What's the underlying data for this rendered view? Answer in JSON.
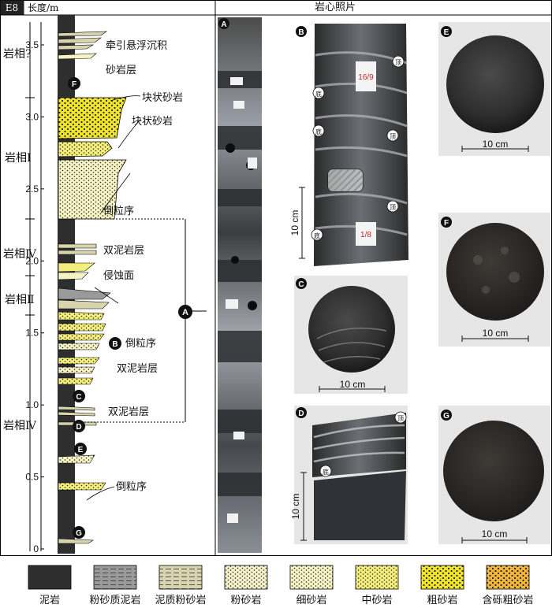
{
  "header": {
    "well_label": "E8",
    "axis_title": "长度/m",
    "photo_title": "岩心照片"
  },
  "depth_axis": {
    "ticks": [
      0,
      0.5,
      1.0,
      1.5,
      2.0,
      2.5,
      3.0,
      3.5
    ],
    "tick_labels": [
      "0",
      "0.5",
      "1.0",
      "1.5",
      "2.0",
      "2.5",
      "3.0",
      "3.5"
    ],
    "range": [
      0,
      3.7
    ]
  },
  "facies": [
    {
      "label": "岩相?"
    },
    {
      "label": "岩相Ⅰ"
    },
    {
      "label": "岩相Ⅳ"
    },
    {
      "label": "岩相Ⅱ"
    },
    {
      "label": "岩相Ⅳ"
    }
  ],
  "annotations": {
    "traction": "牵引悬浮沉积",
    "sand_layer": "砂岩层",
    "massive_1": "块状砂岩",
    "massive_2": "块状砂岩",
    "inverse_1": "倒粒序",
    "double_mud_1": "双泥岩层",
    "erosion": "侵蚀面",
    "inverse_2": "倒粒序",
    "double_mud_2": "双泥岩层",
    "double_mud_3": "双泥岩层",
    "inverse_3": "倒粒序"
  },
  "markers": {
    "A": "A",
    "B": "B",
    "C": "C",
    "D": "D",
    "E": "E",
    "F": "F",
    "G": "G"
  },
  "photos": {
    "A": {
      "letter": "A"
    },
    "B": {
      "letter": "B",
      "scale": "10 cm",
      "tag": "顶",
      "tag_bottom": "底",
      "label_top": "16/9",
      "label_bot": "1/8"
    },
    "C": {
      "letter": "C",
      "scale": "10 cm"
    },
    "D": {
      "letter": "D",
      "scale": "10 cm",
      "tag": "顶",
      "tag_bottom": "底"
    },
    "E": {
      "letter": "E",
      "scale": "10 cm"
    },
    "F": {
      "letter": "F",
      "scale": "10 cm"
    },
    "G": {
      "letter": "G",
      "scale": "10 cm"
    }
  },
  "legend": [
    {
      "label": "泥岩",
      "color": "#2e2e2e"
    },
    {
      "label": "粉砂质泥岩",
      "color": "#9a9a9a"
    },
    {
      "label": "泥质粉砂岩",
      "color": "#d8d4b0"
    },
    {
      "label": "粉砂岩",
      "color": "#f5f0c8"
    },
    {
      "label": "细砂岩",
      "color": "#f7f3c4"
    },
    {
      "label": "中砂岩",
      "color": "#f4ee7a"
    },
    {
      "label": "粗砂岩",
      "color": "#f1e52a"
    },
    {
      "label": "含砾粗砂岩",
      "color": "#f0b53a"
    }
  ],
  "colors": {
    "mud": "#2e2e2e",
    "fine": "#f7f3c4",
    "coarse": "#f1e52a",
    "gravel": "#f0b53a"
  }
}
